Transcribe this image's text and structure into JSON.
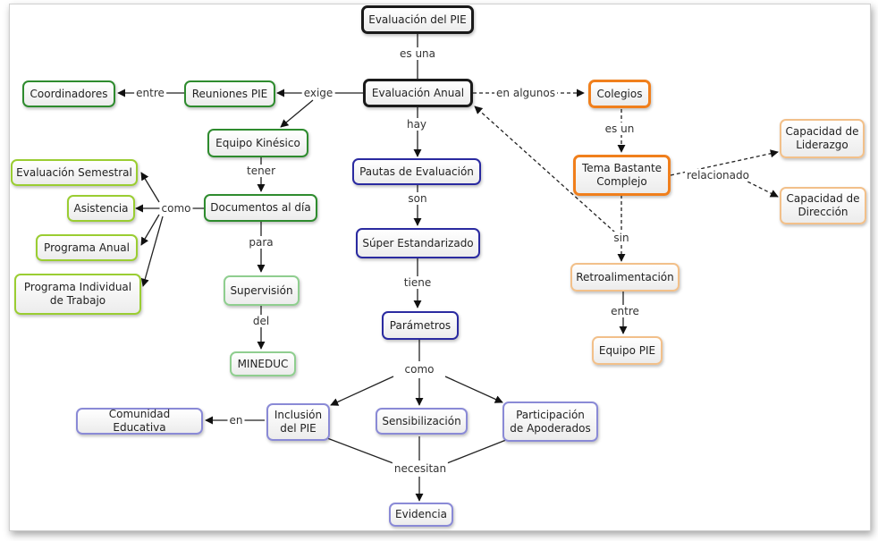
{
  "colors": {
    "black": "#1a1a1a",
    "green": "#2e8b2e",
    "lime": "#9acd32",
    "blue": "#2a2aa0",
    "lightblue": "#8a8ad6",
    "orange": "#f07f1c",
    "peach": "#f2c08a",
    "lightgreen": "#8fce8f"
  },
  "nodes": {
    "evaluacion_pie": "Evaluación del PIE",
    "evaluacion_anual": "Evaluación Anual",
    "coordinadores": "Coordinadores",
    "reuniones_pie": "Reuniones PIE",
    "colegios": "Colegios",
    "equipo_kinesico": "Equipo Kinésico",
    "evaluacion_semestral": "Evaluación Semestral",
    "asistencia": "Asistencia",
    "programa_anual": "Programa Anual",
    "programa_individual": "Programa Individual de Trabajo",
    "documentos": "Documentos al día",
    "supervision": "Supervisión",
    "mineduc": "MINEDUC",
    "pautas": "Pautas de Evaluación",
    "super_estandarizado": "Súper Estandarizado",
    "parametros": "Parámetros",
    "tema_complejo": "Tema Bastante Complejo",
    "capacidad_liderazgo": "Capacidad de Liderazgo",
    "capacidad_direccion": "Capacidad de Dirección",
    "retroalimentacion": "Retroalimentación",
    "equipo_pie": "Equipo PIE",
    "comunidad_educativa": "Comunidad Educativa",
    "inclusion_pie": "Inclusión del PIE",
    "sensibilizacion": "Sensibilización",
    "participacion": "Participación de Apoderados",
    "evidencia": "Evidencia"
  },
  "links": {
    "es_una": "es una",
    "exige": "exige",
    "entre_1": "entre",
    "en_algunos": "en algunos",
    "hay": "hay",
    "es_un": "es un",
    "tener": "tener",
    "como_1": "como",
    "son": "son",
    "relacionado": "relacionado",
    "para": "para",
    "tiene": "tiene",
    "sin": "sin",
    "del": "del",
    "entre_2": "entre",
    "como_2": "como",
    "en": "en",
    "necesitan": "necesitan"
  }
}
